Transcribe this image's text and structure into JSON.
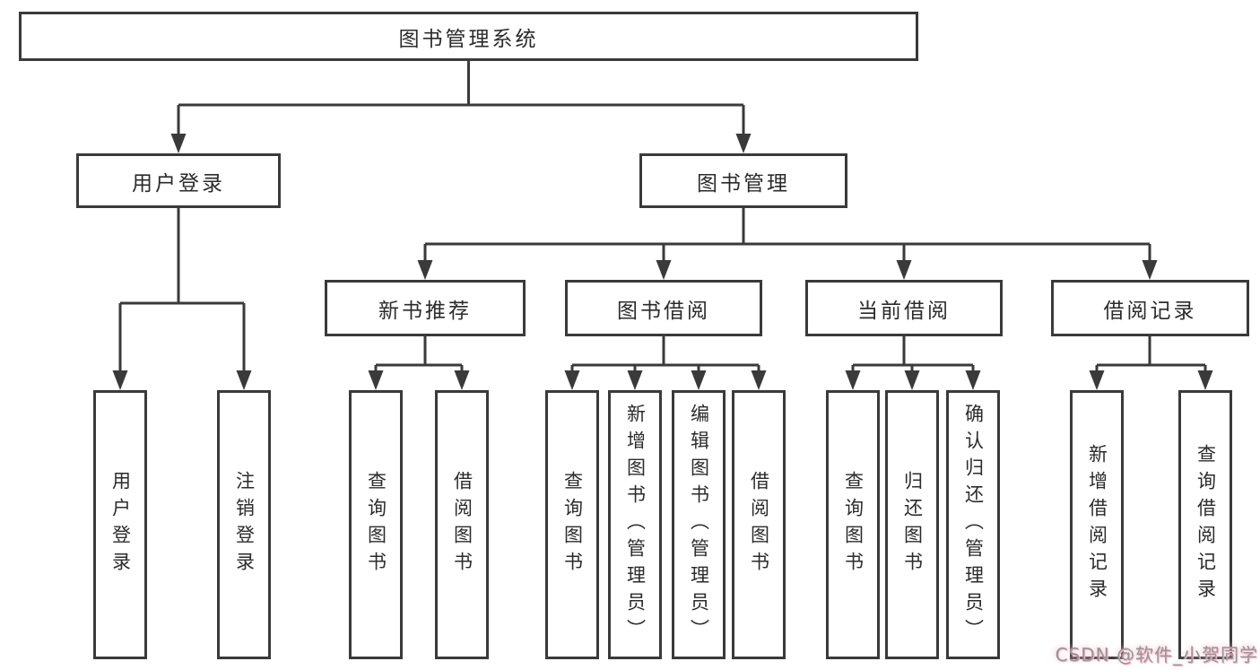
{
  "colors": {
    "line": "#3a3a3a",
    "text": "#2b2b2b",
    "background": "#ffffff",
    "watermark": "#969696",
    "watermark_glow": "#f3b6c3"
  },
  "watermark": {
    "text": "CSDN @软件_小贺同学"
  },
  "diagram": {
    "type": "hierarchy-tree",
    "root": {
      "label": "图书管理系统"
    },
    "level2": [
      {
        "label": "用户登录"
      },
      {
        "label": "图书管理"
      }
    ],
    "level3": [
      {
        "label": "新书推荐",
        "parent": "图书管理"
      },
      {
        "label": "图书借阅",
        "parent": "图书管理"
      },
      {
        "label": "当前借阅",
        "parent": "图书管理"
      },
      {
        "label": "借阅记录",
        "parent": "图书管理"
      }
    ],
    "leaves": [
      {
        "label": "用户登录",
        "parent": "用户登录"
      },
      {
        "label": "注销登录",
        "parent": "用户登录"
      },
      {
        "label": "查询图书",
        "parent": "新书推荐"
      },
      {
        "label": "借阅图书",
        "parent": "新书推荐"
      },
      {
        "label": "查询图书",
        "parent": "图书借阅"
      },
      {
        "label": "新增图书（管理员）",
        "parent": "图书借阅"
      },
      {
        "label": "编辑图书（管理员）",
        "parent": "图书借阅"
      },
      {
        "label": "借阅图书",
        "parent": "图书借阅"
      },
      {
        "label": "查询图书",
        "parent": "当前借阅"
      },
      {
        "label": "归还图书",
        "parent": "当前借阅"
      },
      {
        "label": "确认归还（管理员）",
        "parent": "当前借阅"
      },
      {
        "label": "新增借阅记录",
        "parent": "借阅记录"
      },
      {
        "label": "查询借阅记录",
        "parent": "借阅记录"
      }
    ]
  }
}
